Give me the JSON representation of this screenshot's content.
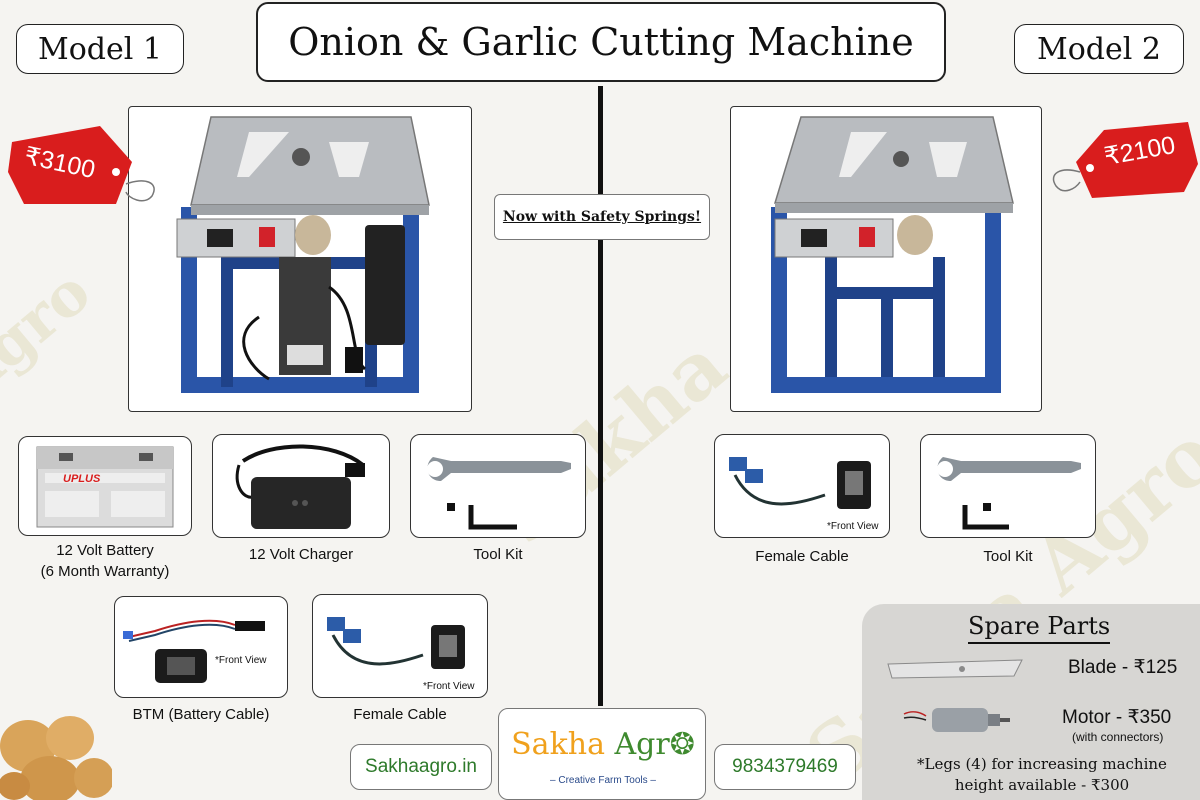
{
  "header": {
    "title": "Onion & Garlic Cutting Machine",
    "model1": "Model 1",
    "model2": "Model 2"
  },
  "model1": {
    "price": "₹3100",
    "feature": "Now with Safety Springs!",
    "items": [
      {
        "caption_l1": "12 Volt Battery",
        "caption_l2": "(6 Month Warranty)",
        "brand": "UPLUS"
      },
      {
        "caption": "12 Volt Charger"
      },
      {
        "caption": "Tool Kit"
      },
      {
        "caption": "BTM (Battery Cable)",
        "note": "*Front View"
      },
      {
        "caption": "Female Cable",
        "note": "*Front View"
      }
    ]
  },
  "model2": {
    "price": "₹2100",
    "items": [
      {
        "caption": "Female Cable",
        "note": "*Front View"
      },
      {
        "caption": "Tool Kit"
      }
    ]
  },
  "spare_parts": {
    "title": "Spare Parts",
    "blade": "Blade - ₹125",
    "motor": "Motor - ₹350",
    "motor_note": "(with connectors)",
    "legs_l1": "*Legs (4) for increasing machine",
    "legs_l2": "height available - ₹300"
  },
  "footer": {
    "website": "Sakhaagro.in",
    "brand_part1": "Sakha",
    "brand_part2": "Agr",
    "tagline": "– Creative Farm Tools –",
    "phone": "9834379469"
  },
  "colors": {
    "frame_blue": "#2a55a8",
    "price_red": "#d91d1d",
    "brand_orange": "#f0a11d",
    "brand_green": "#3f8a2f"
  }
}
